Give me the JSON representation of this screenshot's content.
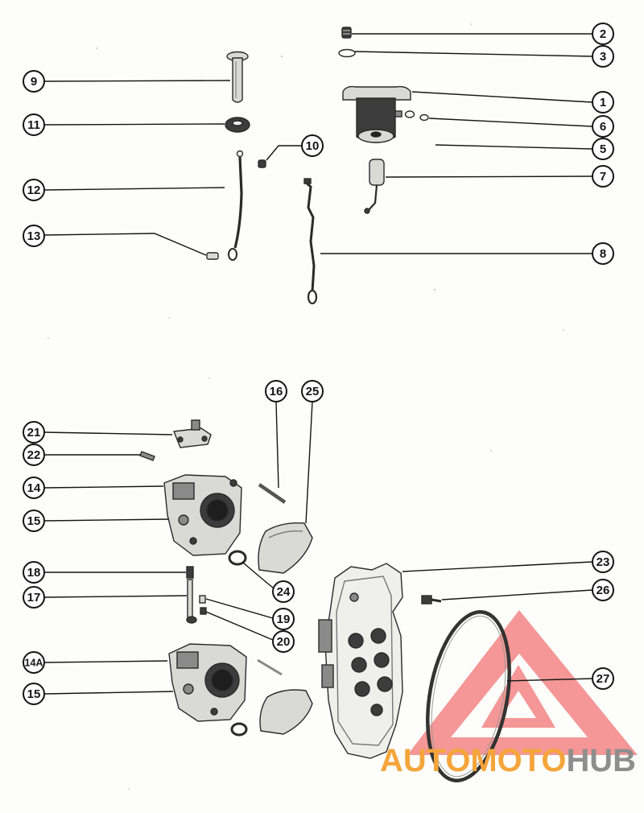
{
  "callouts": [
    "2",
    "3",
    "9",
    "1",
    "6",
    "11",
    "10",
    "5",
    "7",
    "12",
    "13",
    "8",
    "16",
    "25",
    "21",
    "22",
    "14",
    "15",
    "18",
    "24",
    "23",
    "26",
    "17",
    "19",
    "20",
    "14A",
    "15",
    "27"
  ],
  "watermark": {
    "brand_a": "AUTOMOTO",
    "brand_b": "HUB",
    "brand_a_color": "#f5a53c",
    "brand_b_color": "#8e8e8e",
    "logo_color": "#f06f6f"
  },
  "colors": {
    "ink": "#151515",
    "paper": "#fdfdfb"
  }
}
